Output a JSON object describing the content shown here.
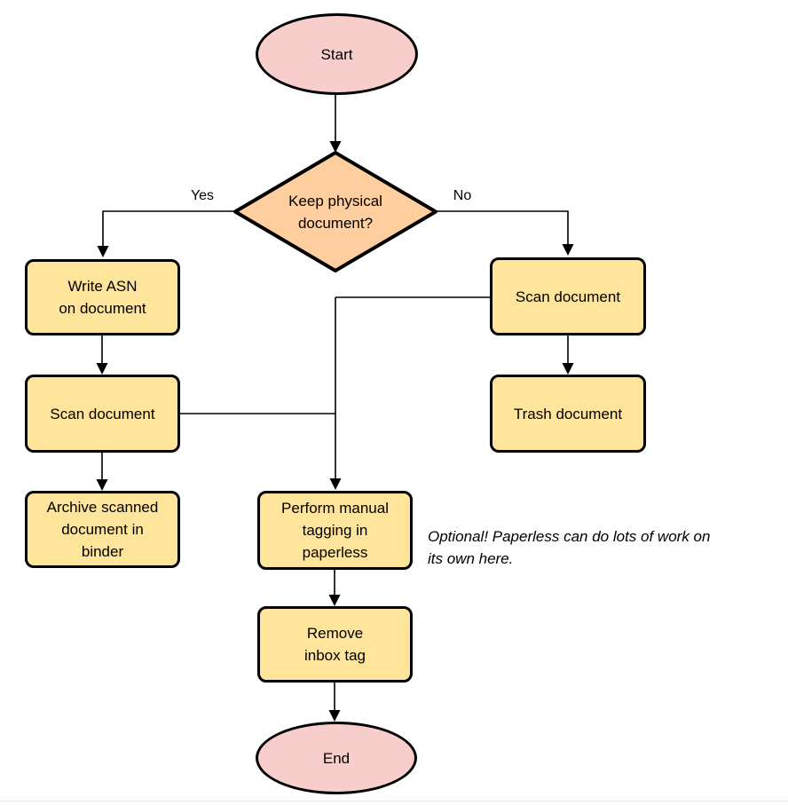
{
  "diagram": {
    "type": "flowchart",
    "nodes": [
      {
        "id": "start",
        "shape": "terminator",
        "label": "Start"
      },
      {
        "id": "keep-physical-decision",
        "shape": "decision",
        "label": "Keep physical\ndocument?"
      },
      {
        "id": "write-asn",
        "shape": "process",
        "label": "Write ASN\non document"
      },
      {
        "id": "scan-document-left",
        "shape": "process",
        "label": "Scan document"
      },
      {
        "id": "archive-scanned",
        "shape": "process",
        "label": "Archive scanned\ndocument in\nbinder"
      },
      {
        "id": "scan-document-right",
        "shape": "process",
        "label": "Scan document"
      },
      {
        "id": "trash-document",
        "shape": "process",
        "label": "Trash document"
      },
      {
        "id": "manual-tagging",
        "shape": "process",
        "label": "Perform manual\ntagging in\npaperless"
      },
      {
        "id": "remove-inbox-tag",
        "shape": "process",
        "label": "Remove\ninbox tag"
      },
      {
        "id": "end",
        "shape": "terminator",
        "label": "End"
      }
    ],
    "edge_labels": {
      "yes": "Yes",
      "no": "No"
    },
    "note": {
      "text": "Optional! Paperless can do lots of work on\nits own here."
    },
    "colors": {
      "terminator_fill": "#f8cecc",
      "decision_fill": "#ffce9e",
      "process_fill": "#ffe49c",
      "stroke": "#000000",
      "background": "#ffffff"
    }
  }
}
